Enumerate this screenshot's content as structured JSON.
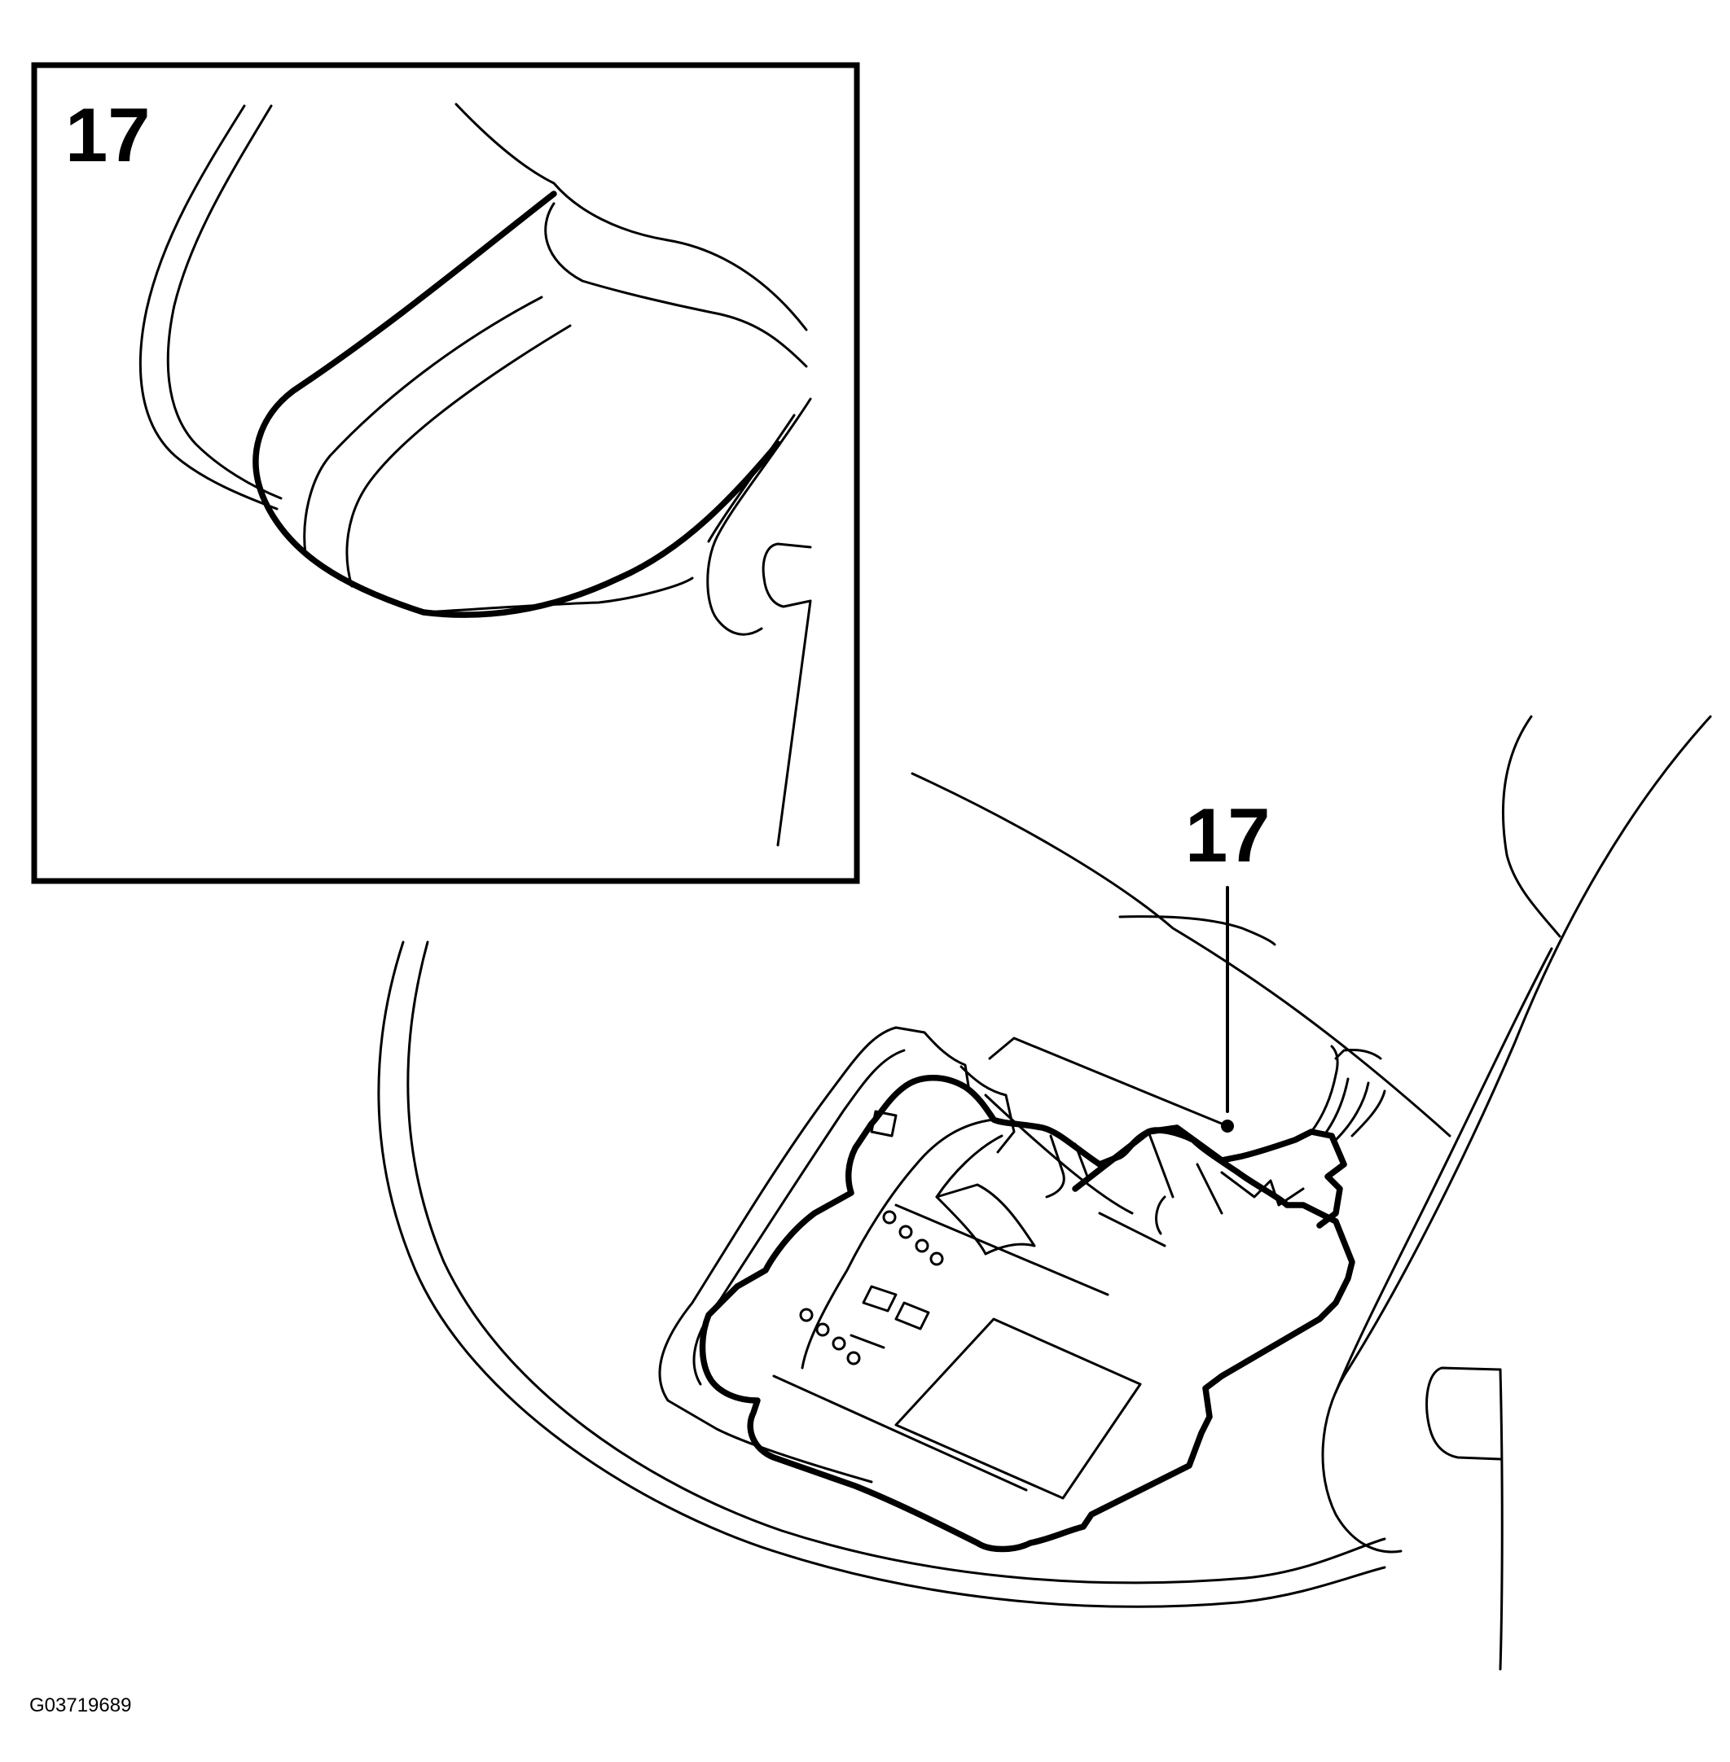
{
  "detail_inset": {
    "callout_label": "17"
  },
  "main_view": {
    "callout_label": "17"
  },
  "figure_reference": "G03719689"
}
